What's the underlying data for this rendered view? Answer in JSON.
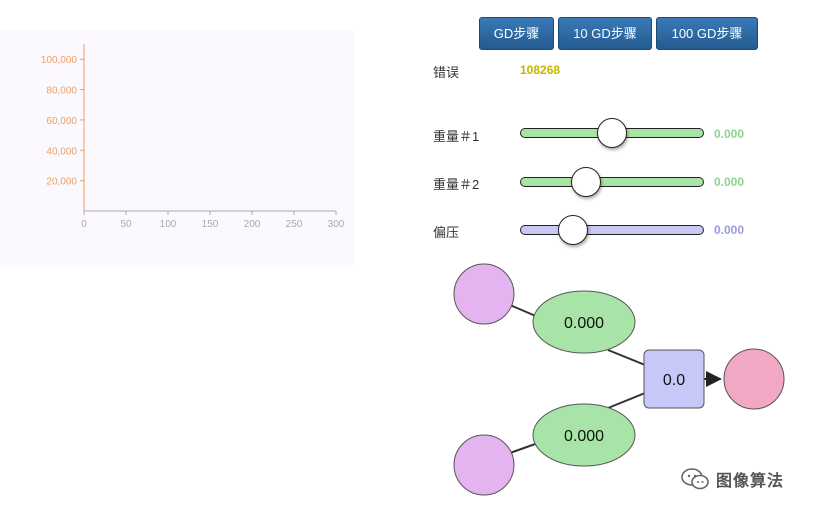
{
  "colors": {
    "button_bg": "#2e6da4",
    "axis_orange": "#e8a06a",
    "axis_gray": "#aaaaaa",
    "error_yellow": "#c8b400",
    "weight_green": "#a8e4a8",
    "weight_value_green": "#8fd18f",
    "bias_purple": "#c8c8f4",
    "bias_value_purple": "#9a9ae0",
    "input_node": "#e4b4f0",
    "output_node": "#f0a8c4",
    "sum_node": "#c8c8f8"
  },
  "toolbar": {
    "buttons": [
      {
        "label": "GD步骤"
      },
      {
        "label": "10 GD步骤"
      },
      {
        "label": "100 GD步骤"
      }
    ]
  },
  "error": {
    "label": "错误",
    "value": "108268"
  },
  "sliders": [
    {
      "label": "重量＃1",
      "value_text": "0.000",
      "level": 0.5
    },
    {
      "label": "重量＃2",
      "value_text": "0.000",
      "level": 0.36
    },
    {
      "label": "偏压",
      "value_text": "0.000",
      "level": 0.29
    }
  ],
  "chart_data": {
    "type": "line",
    "x_ticks": [
      "0",
      "50",
      "100",
      "150",
      "200",
      "250",
      "300"
    ],
    "y_ticks": [
      "20,000",
      "40,000",
      "60,000",
      "80,000",
      "100,000"
    ],
    "xlim": [
      0,
      300
    ],
    "ylim": [
      0,
      110000
    ],
    "series": []
  },
  "diagram": {
    "weight1_text": "0.000",
    "weight2_text": "0.000",
    "sum_text": "0.0"
  },
  "watermark": {
    "text": "图像算法",
    "icon": "wechat-icon"
  }
}
